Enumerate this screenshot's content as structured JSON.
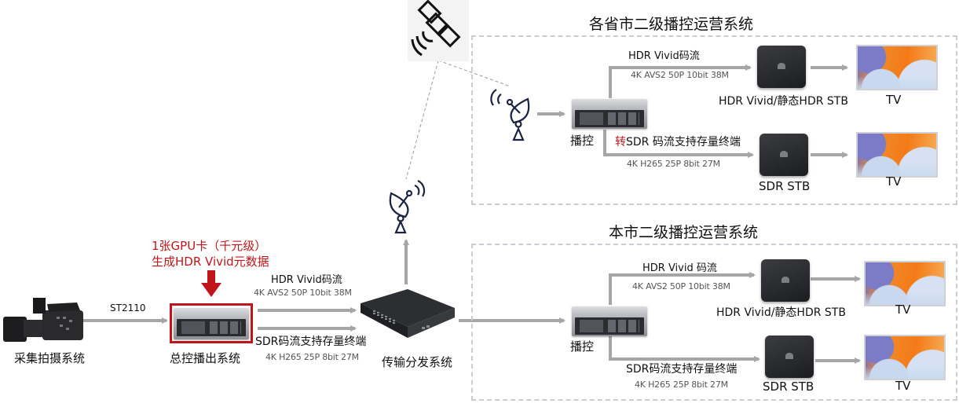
{
  "diagram": {
    "source": {
      "label": "采集拍摄系统",
      "link_label": "ST2110"
    },
    "master_control": {
      "label": "总控播出系统",
      "annotation_line1": "1张GPU卡（千元级）",
      "annotation_line2": "生成HDR Vivid元数据",
      "accent_color": "#c0161b"
    },
    "outputs": {
      "hdr_stream": "HDR Vivid码流",
      "hdr_spec": "4K AVS2   50P 10bit 38M",
      "sdr_stream": "SDR码流支持存量终端",
      "sdr_spec": "4K H265 25P 8bit 27M"
    },
    "distribution": {
      "label": "传输分发系统"
    },
    "provincial_system": {
      "title": "各省市二级播控运营系统",
      "control_label": "播控",
      "hdr_stream": "HDR Vivid码流",
      "hdr_spec": "4K AVS2   50P 10bit 38M",
      "hdr_stb_label": "HDR Vivid/静态HDR STB",
      "sdr_stream_prefix": "转",
      "sdr_stream": "SDR 码流支持存量终端",
      "sdr_spec": "4K H265 25P 8bit 27M",
      "sdr_stb_label": "SDR STB",
      "tv_label_1": "TV",
      "tv_label_2": "TV"
    },
    "local_system": {
      "title": "本市二级播控运营系统",
      "control_label": "播控",
      "hdr_stream": "HDR Vivid 码流",
      "hdr_spec": "4K AVS2   50P 10bit 38M",
      "hdr_stb_label": "HDR Vivid/静态HDR STB",
      "sdr_stream": "SDR码流支持存量终端",
      "sdr_spec": "4K H265 25P 8bit 27M",
      "sdr_stb_label": "SDR STB",
      "tv_label_1": "TV",
      "tv_label_2": "TV"
    },
    "icons": {
      "satellite": "satellite-icon",
      "uplink_dish": "satellite-dish-icon",
      "downlink_dish": "satellite-dish-icon"
    },
    "colors": {
      "arrow": "#a6a6a6",
      "dashed_border": "#c9ccd3",
      "highlight_red": "#c0161b"
    }
  }
}
